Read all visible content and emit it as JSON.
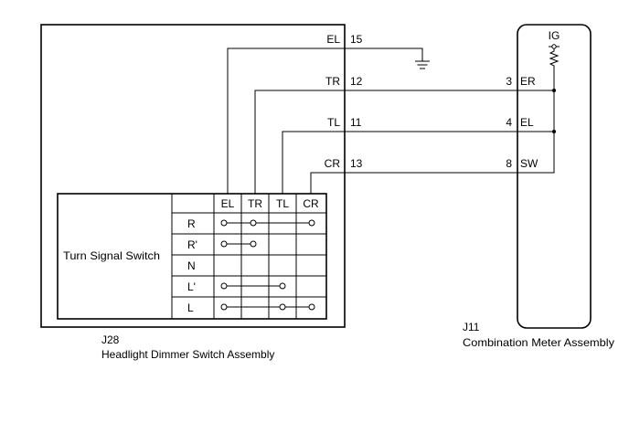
{
  "j28": {
    "code": "J28",
    "name": "Headlight Dimmer Switch Assembly",
    "switch_name": "Turn Signal Switch",
    "pins": [
      {
        "label": "EL",
        "number": "15"
      },
      {
        "label": "TR",
        "number": "12"
      },
      {
        "label": "TL",
        "number": "11"
      },
      {
        "label": "CR",
        "number": "13"
      }
    ],
    "table_headers": [
      "EL",
      "TR",
      "TL",
      "CR"
    ],
    "positions": [
      "R",
      "R'",
      "N",
      "L'",
      "L"
    ],
    "connections": [
      [
        0,
        1,
        3
      ],
      [
        0,
        1
      ],
      [],
      [
        0,
        2
      ],
      [
        0,
        2,
        3
      ]
    ]
  },
  "j11": {
    "code": "J11",
    "name": "Combination Meter Assembly",
    "supply_label": "IG",
    "pins": [
      {
        "number": "3",
        "label": "ER"
      },
      {
        "number": "4",
        "label": "EL"
      },
      {
        "number": "8",
        "label": "SW"
      }
    ]
  }
}
